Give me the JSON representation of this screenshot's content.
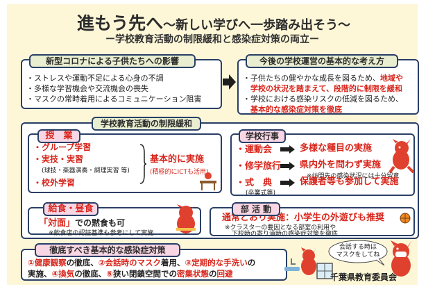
{
  "title": {
    "main": "進もう先へ",
    "sub": "〜新しい学びへ一歩踏み出そう〜",
    "subtitle": "ー学校教育活動の制限緩和と感染症対策の両立ー"
  },
  "impact": {
    "heading": "新型コロナによる子供たちへの影響",
    "items": [
      "ストレスや運動不足による心身の不調",
      "多様な学習機会や交流機会の喪失",
      "マスクの常時着用によるコミュニケーション阻害"
    ]
  },
  "policy": {
    "heading": "今後の学校運営の基本的な考え方",
    "item1_a": "子供たちの健やかな成長を図るため、",
    "item1_b": "地域や",
    "item1_c": "学校の状況を踏まえて、段階的に制限を緩和",
    "item2_a": "学校における感染リスクの低減を図るため、",
    "item2_b": "基本的な感染症対策を徹底"
  },
  "relaxation": {
    "heading": "学校教育活動の制限緩和",
    "classes": {
      "heading": "授　業",
      "items": [
        "グループ学習",
        "実技・実習",
        "校外学習"
      ],
      "note": "(球技・楽器演奏・調理実習 等)",
      "result": "基本的に実施",
      "result_note": "(積極的にICTも活用)"
    },
    "events": {
      "heading": "学校行事",
      "rows": [
        {
          "label": "運動会",
          "result": "多様な種目の実施",
          "note": ""
        },
        {
          "label": "修学旅行",
          "result": "県内外を問わず実施",
          "note": "※訪問先の感染状況には十分留意"
        },
        {
          "label": "式　典",
          "result": "保護者等も参加して実施",
          "note": ""
        }
      ],
      "ceremony_note": "(卒業式等)"
    },
    "lunch": {
      "heading": "給食・昼食",
      "text_a": "「対面」",
      "text_b": "での黙食も可",
      "note": "※飲食店の認証基準も参考にして実施"
    },
    "clubs": {
      "heading": "部 活 動",
      "text": "通常どおり実施：小学生の外遊びも推奨",
      "note1": "※クラスターの要因となる部室の利用や",
      "note2": "下校時の寄り道時の感染症対策を徹底"
    }
  },
  "measures": {
    "heading": "徹底すべき基本的な感染症対策",
    "line1": [
      {
        "t": "①",
        "c": "red"
      },
      {
        "t": "健康観察",
        "c": "red"
      },
      {
        "t": "の徹底、",
        "c": ""
      },
      {
        "t": "②",
        "c": "red"
      },
      {
        "t": "会話時のマスク",
        "c": "red"
      },
      {
        "t": "着用、",
        "c": ""
      },
      {
        "t": "③",
        "c": "red"
      },
      {
        "t": "定期的な手洗い",
        "c": "red"
      },
      {
        "t": "の",
        "c": ""
      }
    ],
    "line2": [
      {
        "t": "実施、",
        "c": ""
      },
      {
        "t": "④",
        "c": "red"
      },
      {
        "t": "換気",
        "c": "red"
      },
      {
        "t": "の徹底、",
        "c": ""
      },
      {
        "t": "⑤",
        "c": "red"
      },
      {
        "t": "狭い閉鎖空間での",
        "c": ""
      },
      {
        "t": "密集状態",
        "c": "red"
      },
      {
        "t": "の",
        "c": ""
      },
      {
        "t": "回避",
        "c": "red"
      }
    ],
    "bubble_line1": "会話する時は",
    "bubble_line2": "マスクをしてね"
  },
  "signature": "千葉県教育委員会",
  "colors": {
    "background": "#fdf7d8",
    "border": "#2a3f66",
    "accent_red": "#d8261c",
    "tag_green": "#e9eed0",
    "tag_pink": "#f8d6e4"
  },
  "icons": [
    "right-arrow-icon",
    "mascot-icon",
    "desk-icon",
    "sink-icon",
    "window-icon",
    "ball-icon"
  ]
}
